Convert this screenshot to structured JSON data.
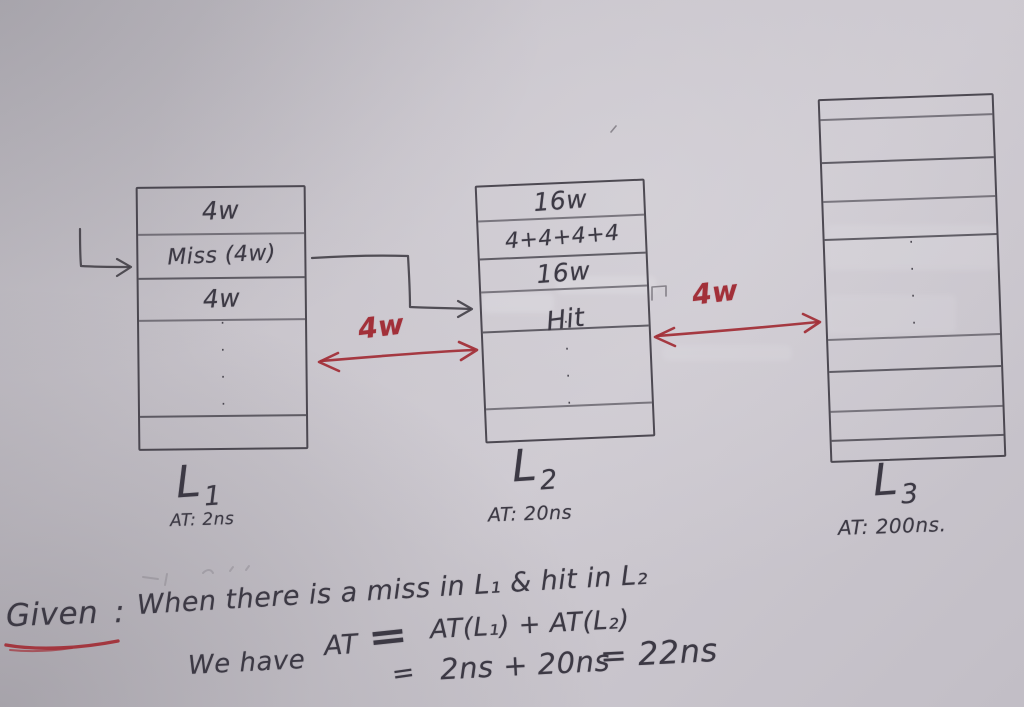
{
  "colors": {
    "pencil": "#45424a",
    "red_ink": "#a23039",
    "paper": "#c6c2c9"
  },
  "caches": [
    {
      "id": "L1",
      "letter": "L",
      "sub": "1",
      "at": "AT: 2ns",
      "rows": [
        "4w",
        "Miss (4w)",
        "4w",
        "····",
        ""
      ]
    },
    {
      "id": "L2",
      "letter": "L",
      "sub": "2",
      "at": "AT: 20ns",
      "rows": [
        "16w",
        "4+4+4+4",
        "16w",
        "Hit",
        "····",
        ""
      ]
    },
    {
      "id": "L3",
      "letter": "L",
      "sub": "3",
      "at": "AT: 200ns.",
      "rows": [
        "",
        "",
        "",
        "",
        "····",
        "",
        "",
        "",
        ""
      ]
    }
  ],
  "bus_labels": [
    {
      "between": "L1-L2",
      "text": "4w"
    },
    {
      "between": "L2-L3",
      "text": "4w"
    }
  ],
  "notes": {
    "given": "Given",
    "given_colon": ":",
    "sentence": "When there is a miss in L₁ & hit in L₂",
    "we_have": "We have",
    "at_token": "AT",
    "equals": "=",
    "rhs": "AT(L₁) + AT(L₂)",
    "eq2": "=",
    "sum": "2ns + 20ns",
    "result": "= 22ns"
  }
}
